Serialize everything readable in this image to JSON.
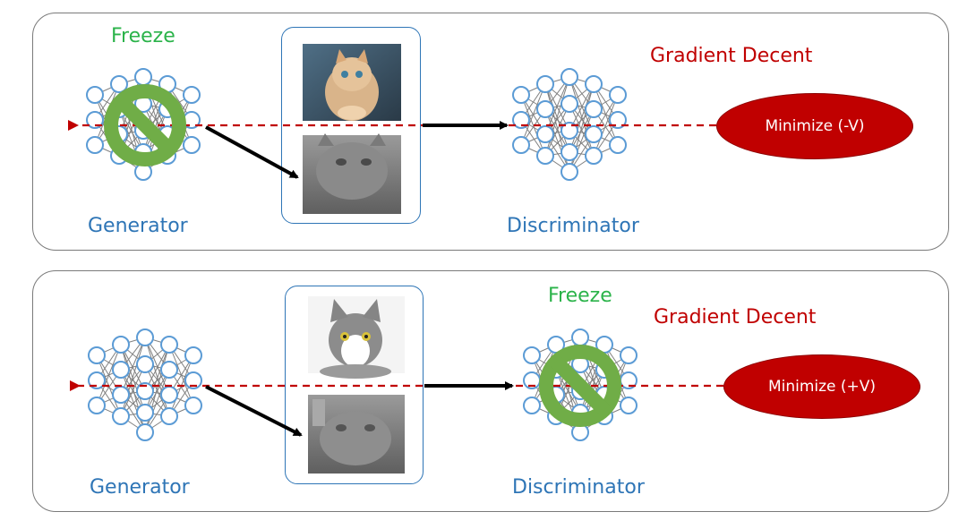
{
  "colors": {
    "node_stroke": "#5b9bd5",
    "edge": "#7f7f7f",
    "freeze_green": "#70ad47",
    "gradient_red": "#c00000",
    "label_blue": "#2e75b6",
    "freeze_text_green": "#2bb34a"
  },
  "panels": [
    {
      "freeze_label": "Freeze",
      "gradient_label": "Gradient Decent",
      "generator_label": "Generator",
      "discriminator_label": "Discriminator",
      "objective_label": "Minimize (-V)",
      "frozen_network": "generator",
      "images": [
        "kitten-photo",
        "generated-gray-cat"
      ]
    },
    {
      "freeze_label": "Freeze",
      "gradient_label": "Gradient Decent",
      "generator_label": "Generator",
      "discriminator_label": "Discriminator",
      "objective_label": "Minimize (+V)",
      "frozen_network": "discriminator",
      "images": [
        "gray-white-cat-photo",
        "generated-gray-cat"
      ]
    }
  ],
  "icons": {
    "network": "neural-network-icon",
    "freeze": "no-sign-icon"
  }
}
